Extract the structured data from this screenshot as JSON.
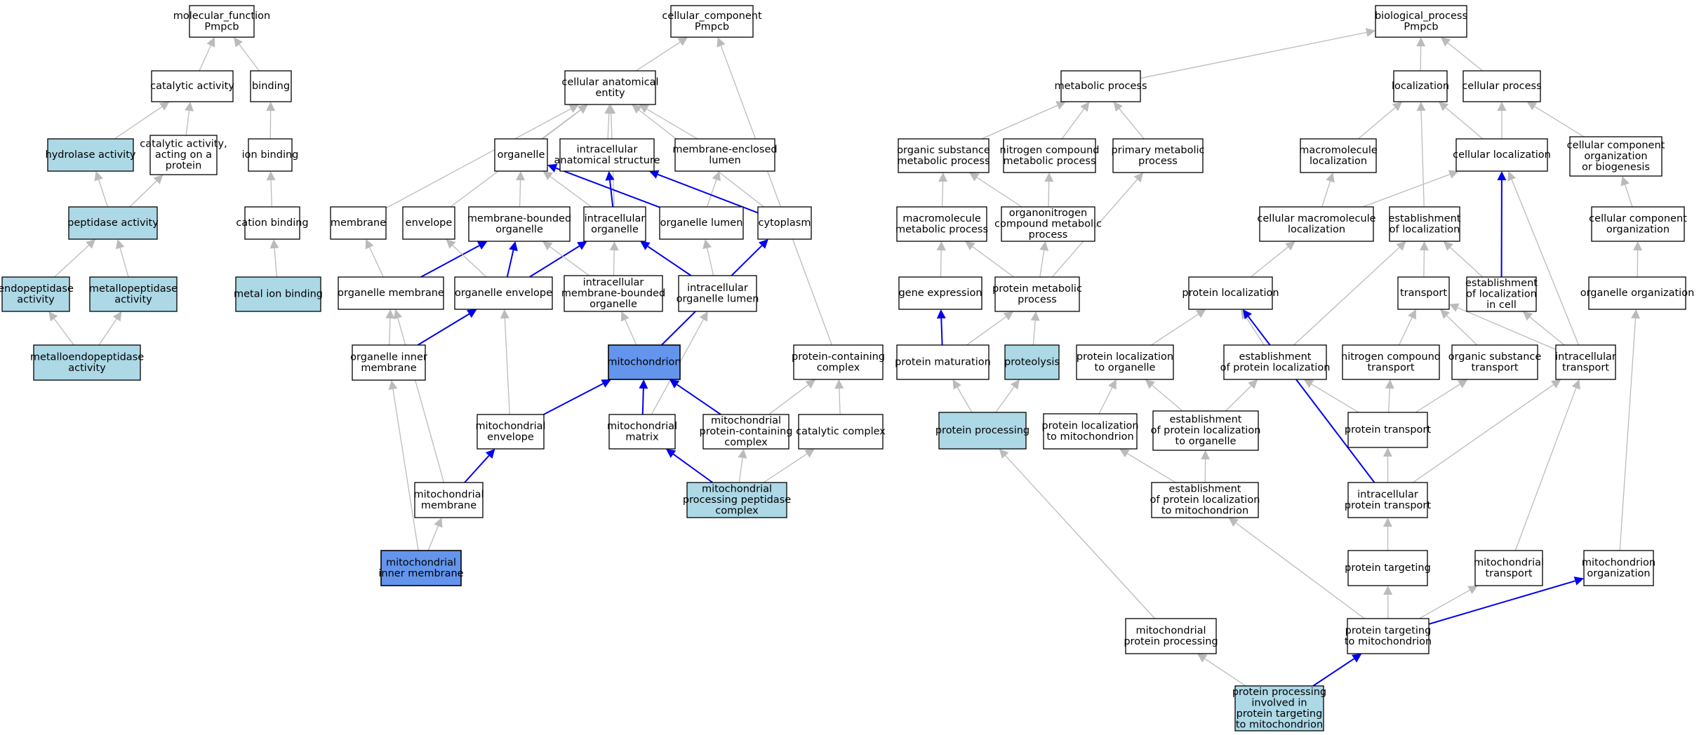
{
  "colors": {
    "node_plain": "#ffffff",
    "node_annotated": "#add8e6",
    "node_highlight": "#6495ed",
    "edge_plain": "#bbbbbb",
    "edge_path": "#0000ee",
    "border": "#000000"
  },
  "nodes": [
    {
      "id": "mf_root",
      "lines": [
        "molecular_function",
        "Pmpcb"
      ],
      "style": "plain"
    },
    {
      "id": "catalytic",
      "lines": [
        "catalytic activity"
      ],
      "style": "plain"
    },
    {
      "id": "binding",
      "lines": [
        "binding"
      ],
      "style": "plain"
    },
    {
      "id": "hydrolase",
      "lines": [
        "hydrolase activity"
      ],
      "style": "annotated"
    },
    {
      "id": "cat_protein",
      "lines": [
        "catalytic activity,",
        "acting on a",
        "protein"
      ],
      "style": "plain"
    },
    {
      "id": "ion_binding",
      "lines": [
        "ion binding"
      ],
      "style": "plain"
    },
    {
      "id": "peptidase",
      "lines": [
        "peptidase activity"
      ],
      "style": "annotated"
    },
    {
      "id": "cation_binding",
      "lines": [
        "cation binding"
      ],
      "style": "plain"
    },
    {
      "id": "endopeptidase",
      "lines": [
        "endopeptidase",
        "activity"
      ],
      "style": "annotated"
    },
    {
      "id": "metallopeptidase",
      "lines": [
        "metallopeptidase",
        "activity"
      ],
      "style": "annotated"
    },
    {
      "id": "metal_ion_binding",
      "lines": [
        "metal ion binding"
      ],
      "style": "annotated"
    },
    {
      "id": "metalloendo",
      "lines": [
        "metalloendopeptidase",
        "activity"
      ],
      "style": "annotated"
    },
    {
      "id": "cc_root",
      "lines": [
        "cellular_component",
        "Pmpcb"
      ],
      "style": "plain"
    },
    {
      "id": "cae",
      "lines": [
        "cellular anatomical",
        "entity"
      ],
      "style": "plain"
    },
    {
      "id": "organelle",
      "lines": [
        "organelle"
      ],
      "style": "plain"
    },
    {
      "id": "ias",
      "lines": [
        "intracellular",
        "anatomical structure"
      ],
      "style": "plain"
    },
    {
      "id": "mel",
      "lines": [
        "membrane-enclosed",
        "lumen"
      ],
      "style": "plain"
    },
    {
      "id": "membrane",
      "lines": [
        "membrane"
      ],
      "style": "plain"
    },
    {
      "id": "envelope",
      "lines": [
        "envelope"
      ],
      "style": "plain"
    },
    {
      "id": "mbo",
      "lines": [
        "membrane-bounded",
        "organelle"
      ],
      "style": "plain"
    },
    {
      "id": "io",
      "lines": [
        "intracellular",
        "organelle"
      ],
      "style": "plain"
    },
    {
      "id": "olumen",
      "lines": [
        "organelle lumen"
      ],
      "style": "plain"
    },
    {
      "id": "cytoplasm",
      "lines": [
        "cytoplasm"
      ],
      "style": "plain"
    },
    {
      "id": "omem",
      "lines": [
        "organelle membrane"
      ],
      "style": "plain"
    },
    {
      "id": "oenv",
      "lines": [
        "organelle envelope"
      ],
      "style": "plain"
    },
    {
      "id": "imbo",
      "lines": [
        "intracellular",
        "membrane-bounded",
        "organelle"
      ],
      "style": "plain"
    },
    {
      "id": "iol",
      "lines": [
        "intracellular",
        "organelle lumen"
      ],
      "style": "plain"
    },
    {
      "id": "oim",
      "lines": [
        "organelle inner",
        "membrane"
      ],
      "style": "plain"
    },
    {
      "id": "mito",
      "lines": [
        "mitochondrion"
      ],
      "style": "highlight"
    },
    {
      "id": "pcc",
      "lines": [
        "protein-containing",
        "complex"
      ],
      "style": "plain"
    },
    {
      "id": "menv",
      "lines": [
        "mitochondrial",
        "envelope"
      ],
      "style": "plain"
    },
    {
      "id": "mmatrix",
      "lines": [
        "mitochondrial",
        "matrix"
      ],
      "style": "plain"
    },
    {
      "id": "mpcc",
      "lines": [
        "mitochondrial",
        "protein-containing",
        "complex"
      ],
      "style": "plain"
    },
    {
      "id": "catcomplex",
      "lines": [
        "catalytic complex"
      ],
      "style": "plain"
    },
    {
      "id": "mmem",
      "lines": [
        "mitochondrial",
        "membrane"
      ],
      "style": "plain"
    },
    {
      "id": "mppc",
      "lines": [
        "mitochondrial",
        "processing peptidase",
        "complex"
      ],
      "style": "annotated"
    },
    {
      "id": "mim",
      "lines": [
        "mitochondrial",
        "inner membrane"
      ],
      "style": "highlight"
    },
    {
      "id": "bp_root",
      "lines": [
        "biological_process",
        "Pmpcb"
      ],
      "style": "plain"
    },
    {
      "id": "metabolic",
      "lines": [
        "metabolic process"
      ],
      "style": "plain"
    },
    {
      "id": "localization",
      "lines": [
        "localization"
      ],
      "style": "plain"
    },
    {
      "id": "cellular_process",
      "lines": [
        "cellular process"
      ],
      "style": "plain"
    },
    {
      "id": "osmp",
      "lines": [
        "organic substance",
        "metabolic process"
      ],
      "style": "plain"
    },
    {
      "id": "ncmp",
      "lines": [
        "nitrogen compound",
        "metabolic process"
      ],
      "style": "plain"
    },
    {
      "id": "pmp",
      "lines": [
        "primary metabolic",
        "process"
      ],
      "style": "plain"
    },
    {
      "id": "macloc",
      "lines": [
        "macromolecule",
        "localization"
      ],
      "style": "plain"
    },
    {
      "id": "cellloc",
      "lines": [
        "cellular localization"
      ],
      "style": "plain"
    },
    {
      "id": "ccob",
      "lines": [
        "cellular component",
        "organization",
        "or biogenesis"
      ],
      "style": "plain"
    },
    {
      "id": "mmp",
      "lines": [
        "macromolecule",
        "metabolic process"
      ],
      "style": "plain"
    },
    {
      "id": "oncmp",
      "lines": [
        "organonitrogen",
        "compound metabolic",
        "process"
      ],
      "style": "plain"
    },
    {
      "id": "cmacloc",
      "lines": [
        "cellular macromolecule",
        "localization"
      ],
      "style": "plain"
    },
    {
      "id": "estloc",
      "lines": [
        "establishment",
        "of localization"
      ],
      "style": "plain"
    },
    {
      "id": "cco",
      "lines": [
        "cellular component",
        "organization"
      ],
      "style": "plain"
    },
    {
      "id": "geneexp",
      "lines": [
        "gene expression"
      ],
      "style": "plain"
    },
    {
      "id": "protmeta",
      "lines": [
        "protein metabolic",
        "process"
      ],
      "style": "plain"
    },
    {
      "id": "protloc",
      "lines": [
        "protein localization"
      ],
      "style": "plain"
    },
    {
      "id": "transport",
      "lines": [
        "transport"
      ],
      "style": "plain"
    },
    {
      "id": "estloccell",
      "lines": [
        "establishment",
        "of localization",
        "in cell"
      ],
      "style": "plain"
    },
    {
      "id": "orgorg",
      "lines": [
        "organelle organization"
      ],
      "style": "plain"
    },
    {
      "id": "protmat",
      "lines": [
        "protein maturation"
      ],
      "style": "plain"
    },
    {
      "id": "proteolysis",
      "lines": [
        "proteolysis"
      ],
      "style": "annotated"
    },
    {
      "id": "plorg",
      "lines": [
        "protein localization",
        "to organelle"
      ],
      "style": "plain"
    },
    {
      "id": "eprotloc",
      "lines": [
        "establishment",
        "of protein localization"
      ],
      "style": "plain"
    },
    {
      "id": "nctrans",
      "lines": [
        "nitrogen compound",
        "transport"
      ],
      "style": "plain"
    },
    {
      "id": "ostrans",
      "lines": [
        "organic substance",
        "transport"
      ],
      "style": "plain"
    },
    {
      "id": "intrans",
      "lines": [
        "intracellular",
        "transport"
      ],
      "style": "plain"
    },
    {
      "id": "protproc",
      "lines": [
        "protein processing"
      ],
      "style": "annotated"
    },
    {
      "id": "plmito",
      "lines": [
        "protein localization",
        "to mitochondrion"
      ],
      "style": "plain"
    },
    {
      "id": "eplorg",
      "lines": [
        "establishment",
        "of protein localization",
        "to organelle"
      ],
      "style": "plain"
    },
    {
      "id": "prottrans",
      "lines": [
        "protein transport"
      ],
      "style": "plain"
    },
    {
      "id": "eplmito",
      "lines": [
        "establishment",
        "of protein localization",
        "to mitochondrion"
      ],
      "style": "plain"
    },
    {
      "id": "iprottrans",
      "lines": [
        "intracellular",
        "protein transport"
      ],
      "style": "plain"
    },
    {
      "id": "prottarg",
      "lines": [
        "protein targeting"
      ],
      "style": "plain"
    },
    {
      "id": "mtrans",
      "lines": [
        "mitochondrial",
        "transport"
      ],
      "style": "plain"
    },
    {
      "id": "mitoorg",
      "lines": [
        "mitochondrion",
        "organization"
      ],
      "style": "plain"
    },
    {
      "id": "mpp",
      "lines": [
        "mitochondrial",
        "protein processing"
      ],
      "style": "plain"
    },
    {
      "id": "ptmito",
      "lines": [
        "protein targeting",
        "to mitochondrion"
      ],
      "style": "plain"
    },
    {
      "id": "ppitm",
      "lines": [
        "protein processing",
        "involved in",
        "protein targeting",
        "to mitochondrion"
      ],
      "style": "annotated"
    }
  ],
  "edges": [
    [
      "catalytic",
      "mf_root",
      "plain"
    ],
    [
      "binding",
      "mf_root",
      "plain"
    ],
    [
      "hydrolase",
      "catalytic",
      "plain"
    ],
    [
      "cat_protein",
      "catalytic",
      "plain"
    ],
    [
      "ion_binding",
      "binding",
      "plain"
    ],
    [
      "peptidase",
      "hydrolase",
      "plain"
    ],
    [
      "peptidase",
      "cat_protein",
      "plain"
    ],
    [
      "cation_binding",
      "ion_binding",
      "plain"
    ],
    [
      "endopeptidase",
      "peptidase",
      "plain"
    ],
    [
      "metallopeptidase",
      "peptidase",
      "plain"
    ],
    [
      "metal_ion_binding",
      "cation_binding",
      "plain"
    ],
    [
      "metalloendo",
      "endopeptidase",
      "plain"
    ],
    [
      "metalloendo",
      "metallopeptidase",
      "plain"
    ],
    [
      "cae",
      "cc_root",
      "plain"
    ],
    [
      "pcc",
      "cc_root",
      "plain"
    ],
    [
      "organelle",
      "cae",
      "plain"
    ],
    [
      "ias",
      "cae",
      "plain"
    ],
    [
      "mel",
      "cae",
      "plain"
    ],
    [
      "membrane",
      "cae",
      "plain"
    ],
    [
      "envelope",
      "cae",
      "plain"
    ],
    [
      "io",
      "cae",
      "plain"
    ],
    [
      "cytoplasm",
      "cae",
      "plain"
    ],
    [
      "mbo",
      "organelle",
      "plain"
    ],
    [
      "io",
      "organelle",
      "plain"
    ],
    [
      "io",
      "ias",
      "path"
    ],
    [
      "olumen",
      "organelle",
      "path"
    ],
    [
      "olumen",
      "mel",
      "plain"
    ],
    [
      "cytoplasm",
      "ias",
      "path"
    ],
    [
      "omem",
      "membrane",
      "plain"
    ],
    [
      "omem",
      "mbo",
      "path"
    ],
    [
      "oenv",
      "envelope",
      "plain"
    ],
    [
      "oenv",
      "mbo",
      "path"
    ],
    [
      "oenv",
      "io",
      "path"
    ],
    [
      "imbo",
      "mbo",
      "plain"
    ],
    [
      "imbo",
      "io",
      "plain"
    ],
    [
      "iol",
      "io",
      "path"
    ],
    [
      "iol",
      "olumen",
      "plain"
    ],
    [
      "oim",
      "omem",
      "plain"
    ],
    [
      "oim",
      "oenv",
      "path"
    ],
    [
      "mito",
      "imbo",
      "plain"
    ],
    [
      "mito",
      "cytoplasm",
      "path"
    ],
    [
      "menv",
      "mito",
      "path"
    ],
    [
      "menv",
      "oenv",
      "plain"
    ],
    [
      "mmatrix",
      "mito",
      "path"
    ],
    [
      "mmatrix",
      "iol",
      "plain"
    ],
    [
      "mpcc",
      "mito",
      "path"
    ],
    [
      "mpcc",
      "pcc",
      "plain"
    ],
    [
      "catcomplex",
      "pcc",
      "plain"
    ],
    [
      "mmem",
      "menv",
      "path"
    ],
    [
      "mmem",
      "omem",
      "plain"
    ],
    [
      "mppc",
      "mmatrix",
      "path"
    ],
    [
      "mppc",
      "mpcc",
      "plain"
    ],
    [
      "mppc",
      "catcomplex",
      "plain"
    ],
    [
      "mim",
      "mmem",
      "plain"
    ],
    [
      "mim",
      "oim",
      "plain"
    ],
    [
      "metabolic",
      "bp_root",
      "plain"
    ],
    [
      "localization",
      "bp_root",
      "plain"
    ],
    [
      "cellular_process",
      "bp_root",
      "plain"
    ],
    [
      "osmp",
      "metabolic",
      "plain"
    ],
    [
      "ncmp",
      "metabolic",
      "plain"
    ],
    [
      "pmp",
      "metabolic",
      "plain"
    ],
    [
      "macloc",
      "localization",
      "plain"
    ],
    [
      "cellloc",
      "localization",
      "plain"
    ],
    [
      "cellloc",
      "cellular_process",
      "plain"
    ],
    [
      "ccob",
      "cellular_process",
      "plain"
    ],
    [
      "mmp",
      "osmp",
      "plain"
    ],
    [
      "oncmp",
      "osmp",
      "plain"
    ],
    [
      "oncmp",
      "ncmp",
      "plain"
    ],
    [
      "cmacloc",
      "cellloc",
      "plain"
    ],
    [
      "cmacloc",
      "macloc",
      "plain"
    ],
    [
      "estloc",
      "localization",
      "plain"
    ],
    [
      "cco",
      "ccob",
      "plain"
    ],
    [
      "geneexp",
      "mmp",
      "plain"
    ],
    [
      "protmeta",
      "mmp",
      "plain"
    ],
    [
      "protmeta",
      "oncmp",
      "plain"
    ],
    [
      "protmeta",
      "pmp",
      "plain"
    ],
    [
      "protloc",
      "cmacloc",
      "plain"
    ],
    [
      "transport",
      "estloc",
      "plain"
    ],
    [
      "estloccell",
      "estloc",
      "plain"
    ],
    [
      "estloccell",
      "cellloc",
      "path"
    ],
    [
      "orgorg",
      "cco",
      "plain"
    ],
    [
      "protmat",
      "geneexp",
      "path"
    ],
    [
      "protmat",
      "protmeta",
      "plain"
    ],
    [
      "proteolysis",
      "protmeta",
      "plain"
    ],
    [
      "plorg",
      "protloc",
      "plain"
    ],
    [
      "eprotloc",
      "protloc",
      "plain"
    ],
    [
      "eprotloc",
      "estloc",
      "plain"
    ],
    [
      "nctrans",
      "transport",
      "plain"
    ],
    [
      "ostrans",
      "transport",
      "plain"
    ],
    [
      "intrans",
      "transport",
      "plain"
    ],
    [
      "intrans",
      "estloccell",
      "plain"
    ],
    [
      "intrans",
      "cellloc",
      "plain"
    ],
    [
      "protproc",
      "protmat",
      "plain"
    ],
    [
      "protproc",
      "proteolysis",
      "plain"
    ],
    [
      "plmito",
      "plorg",
      "plain"
    ],
    [
      "eplorg",
      "plorg",
      "plain"
    ],
    [
      "eplorg",
      "eprotloc",
      "plain"
    ],
    [
      "prottrans",
      "eprotloc",
      "plain"
    ],
    [
      "prottrans",
      "nctrans",
      "plain"
    ],
    [
      "prottrans",
      "ostrans",
      "plain"
    ],
    [
      "eplmito",
      "plmito",
      "plain"
    ],
    [
      "eplmito",
      "eplorg",
      "plain"
    ],
    [
      "iprottrans",
      "prottrans",
      "plain"
    ],
    [
      "iprottrans",
      "intrans",
      "plain"
    ],
    [
      "iprottrans",
      "protloc",
      "path"
    ],
    [
      "prottarg",
      "iprottrans",
      "plain"
    ],
    [
      "mtrans",
      "intrans",
      "plain"
    ],
    [
      "mitoorg",
      "orgorg",
      "plain"
    ],
    [
      "mpp",
      "protproc",
      "plain"
    ],
    [
      "ptmito",
      "prottarg",
      "plain"
    ],
    [
      "ptmito",
      "eplmito",
      "plain"
    ],
    [
      "ptmito",
      "mtrans",
      "plain"
    ],
    [
      "ptmito",
      "mitoorg",
      "path"
    ],
    [
      "ppitm",
      "mpp",
      "plain"
    ],
    [
      "ppitm",
      "ptmito",
      "path"
    ]
  ]
}
